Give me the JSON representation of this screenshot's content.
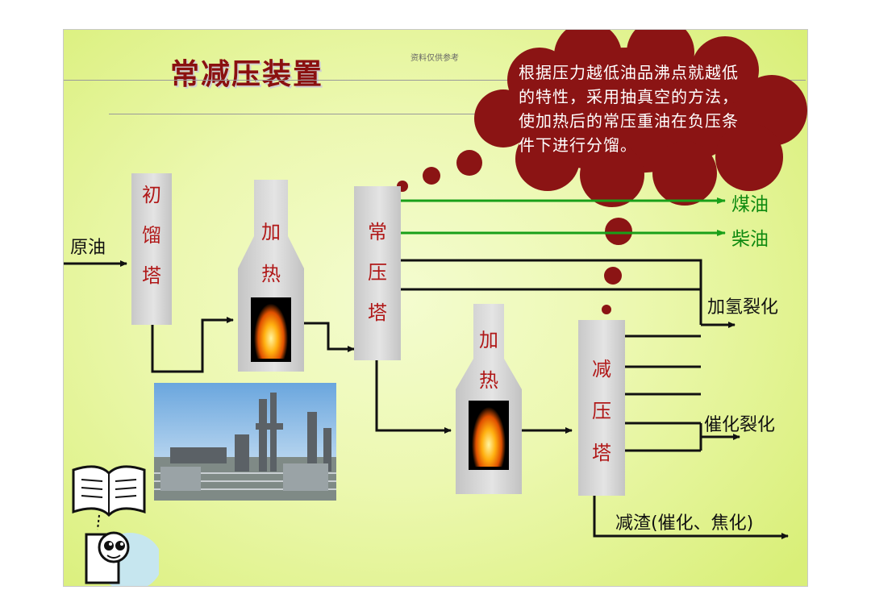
{
  "slide": {
    "title": "常减压装置",
    "watermark": "资料仅供参考",
    "callout": "根据压力越低油品沸点就越低的特性，采用抽真空的方法，使加热后的常压重油在负压条件下进行分馏。"
  },
  "towers": {
    "initial": [
      "初",
      "馏",
      "塔"
    ],
    "heater1": [
      "加",
      "热"
    ],
    "atmospheric": [
      "常",
      "压",
      "塔"
    ],
    "heater2": [
      "加",
      "热"
    ],
    "vacuum": [
      "减",
      "压",
      "塔"
    ]
  },
  "streams": {
    "feed": "原油",
    "kerosene": "煤油",
    "diesel": "柴油",
    "hydrocracking": "加氢裂化",
    "catcracking": "催化裂化",
    "residue": "减渣(催化、焦化)"
  },
  "colors": {
    "callout_fill": "#8b1414",
    "green_line": "#19a019",
    "tower_text": "#b01818",
    "title": "#8a1010"
  },
  "icons": [
    "book-icon",
    "thinking-person-icon",
    "refinery-photo"
  ]
}
